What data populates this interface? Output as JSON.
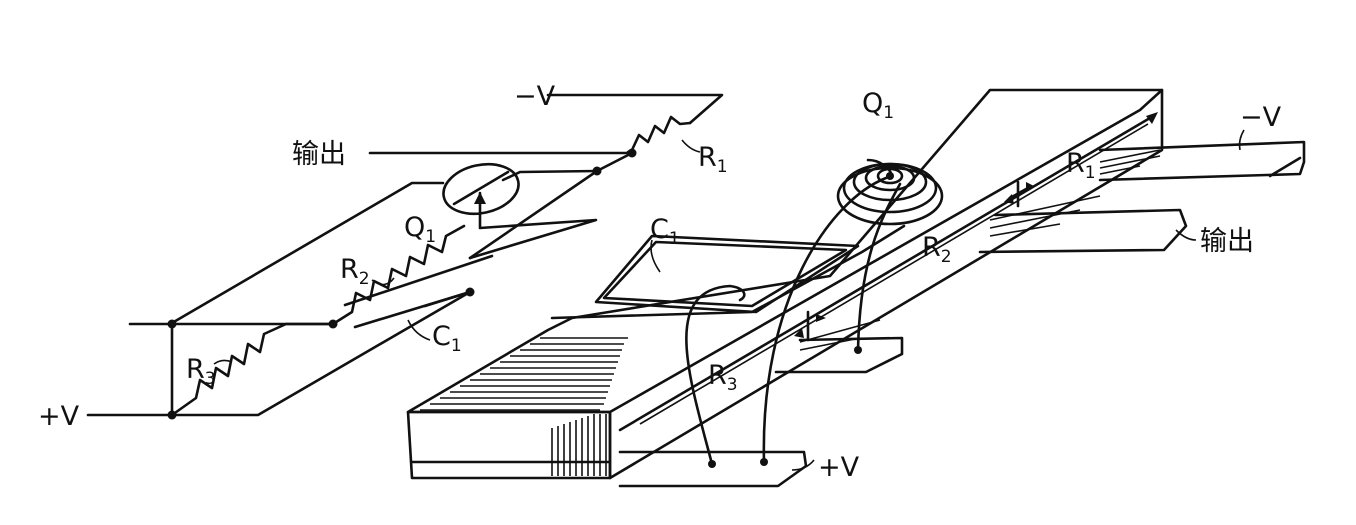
{
  "schematic": {
    "neg_v": "−V",
    "output": "输出",
    "r1": {
      "main": "R",
      "sub": "1"
    },
    "q1": {
      "main": "Q",
      "sub": "1"
    },
    "r2": {
      "main": "R",
      "sub": "2"
    },
    "c1": {
      "main": "C",
      "sub": "1"
    },
    "r3": {
      "main": "R",
      "sub": "3"
    },
    "pos_v": "+V"
  },
  "assembly": {
    "q1": {
      "main": "Q",
      "sub": "1"
    },
    "neg_v": "−V",
    "r1": {
      "main": "R",
      "sub": "1"
    },
    "c1": {
      "main": "C",
      "sub": "1"
    },
    "output": "输出",
    "r2": {
      "main": "R",
      "sub": "2"
    },
    "r3": {
      "main": "R",
      "sub": "3"
    },
    "pos_v": "+V"
  }
}
